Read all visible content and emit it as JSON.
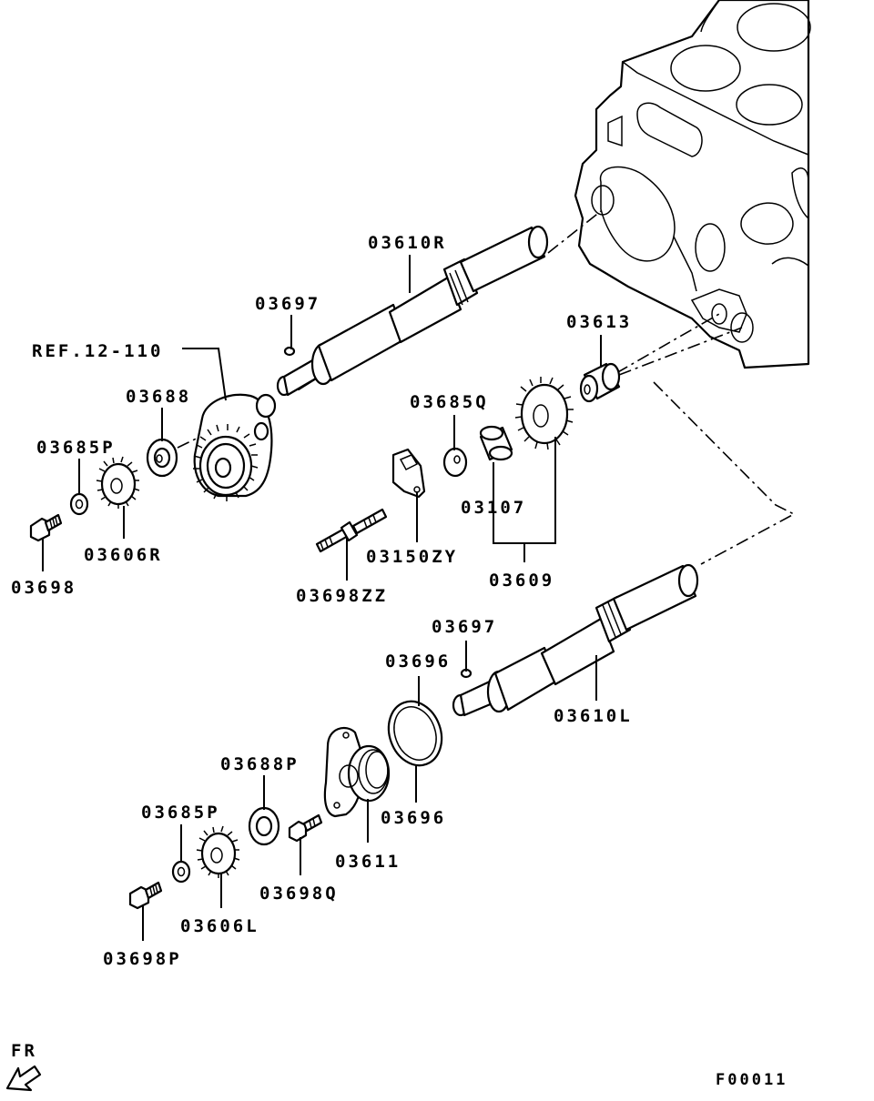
{
  "labels": {
    "ref": "REF.12-110",
    "p03610R": "03610R",
    "p03697a": "03697",
    "p03688": "03688",
    "p03685P": "03685P",
    "p03606R": "03606R",
    "p03698": "03698",
    "p03613": "03613",
    "p03685Q": "03685Q",
    "p03107": "03107",
    "p03150ZY": "03150ZY",
    "p03609": "03609",
    "p03698ZZ": "03698ZZ",
    "p03697b": "03697",
    "p03696a": "03696",
    "p03610L": "03610L",
    "p03688P": "03688P",
    "p03685P2": "03685P",
    "p03696b": "03696",
    "p03611": "03611",
    "p03698Q": "03698Q",
    "p03606L": "03606L",
    "p03698P": "03698P"
  },
  "direction": {
    "text": "FR",
    "icon": "arrow-down-left-icon"
  },
  "figure_code": "F00011"
}
